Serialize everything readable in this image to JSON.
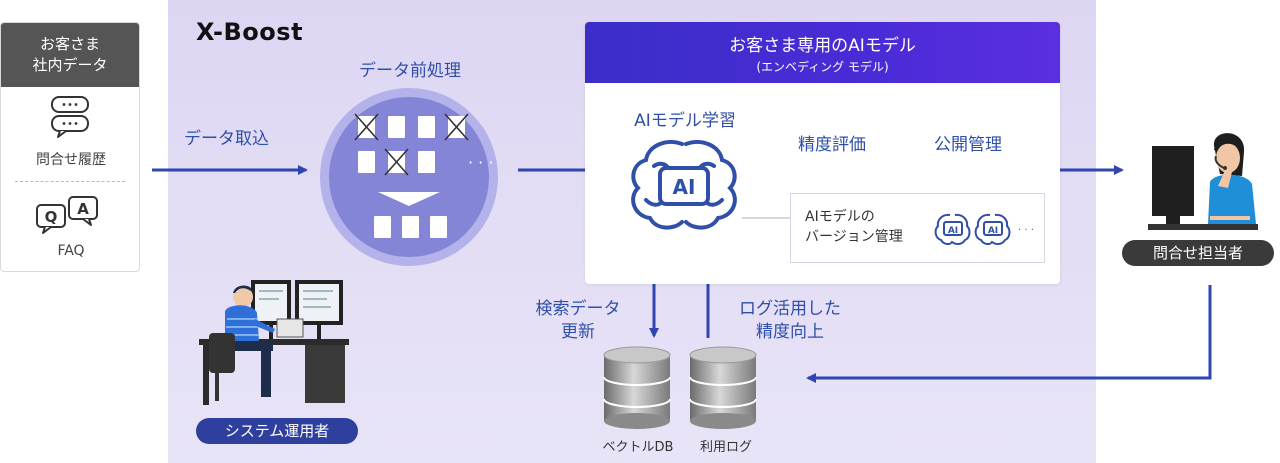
{
  "source": {
    "header_line1": "お客さま",
    "header_line2": "社内データ",
    "item1_label": "問合せ履歴",
    "item2_label": "FAQ",
    "faq_q": "Q",
    "faq_a": "A"
  },
  "brand": {
    "logo_text": "X-Boost"
  },
  "steps": {
    "ingest_label": "データ取込",
    "preprocess_label": "データ前処理",
    "train_label": "AIモデル学習",
    "eval_label": "精度評価",
    "publish_label": "公開管理",
    "search_update_line1": "検索データ",
    "search_update_line2": "更新",
    "log_improve_line1": "ログ活用した",
    "log_improve_line2": "精度向上"
  },
  "model": {
    "title": "お客さま専用のAIモデル",
    "subtitle": "(エンベディング モデル)",
    "version_line1": "AIモデルの",
    "version_line2": "バージョン管理",
    "ai_text": "AI",
    "ellipsis": "· · ·"
  },
  "db": {
    "vector_label": "ベクトルDB",
    "log_label": "利用ログ"
  },
  "roles": {
    "operator_label": "システム運用者",
    "agent_label": "問合せ担当者"
  },
  "colors": {
    "arrow": "#2f45b0",
    "panel": "#e0daf4",
    "model_header": "#4a2bd6",
    "pill": "#3a3a3a",
    "pill_blue": "#2f3f9e"
  }
}
